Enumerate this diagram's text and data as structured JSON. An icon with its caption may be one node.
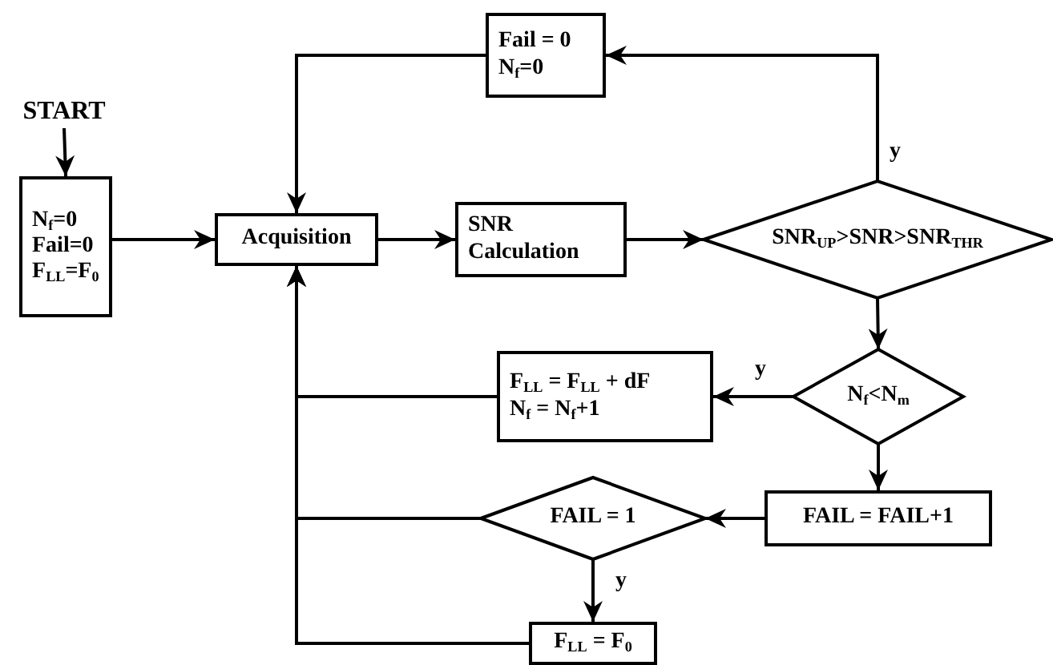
{
  "diagram": {
    "nodes": [
      {
        "text": [
          "START"
        ]
      },
      {
        "text": [
          "N$_{f}$=0",
          "Fail=0",
          "F$_{LL}$=F$_{0}$"
        ]
      },
      {
        "text": [
          "Acquisition"
        ]
      },
      {
        "text": [
          "SNR Calculation"
        ]
      },
      {
        "text": [
          "SNR$_{UP}$>SNR>SNR$_{THR}$"
        ]
      },
      {
        "text": [
          "Fail = 0",
          "N$_{f}$=0"
        ]
      },
      {
        "text": [
          "N$_{f}$<N$_{m}$"
        ]
      },
      {
        "text": [
          "F$_{LL}$ = F$_{LL}$ + dF",
          "N$_{f}$ = N$_{f}$+1"
        ]
      },
      {
        "text": [
          "FAIL = FAIL+1"
        ]
      },
      {
        "text": [
          "FAIL = 1"
        ]
      },
      {
        "text": [
          "F$_{LL}$ = F$_{0}$"
        ]
      }
    ],
    "edges": [
      {
        "from": 0,
        "to": 1,
        "arrow": "to"
      },
      {
        "from": 1,
        "to": 2,
        "arrow": "to"
      },
      {
        "from": 2,
        "to": 3,
        "arrow": "to"
      },
      {
        "from": 3,
        "to": 4,
        "arrow": "to"
      },
      {
        "from": 4,
        "to": 5,
        "arrow": "to",
        "label": "y"
      },
      {
        "from": 5,
        "to": 2,
        "arrow": "to"
      },
      {
        "from": 4,
        "to": 6,
        "arrow": "to"
      },
      {
        "from": 6,
        "to": 7,
        "arrow": "to",
        "label": "y"
      },
      {
        "from": 7,
        "to": 2,
        "arrow": "to"
      },
      {
        "from": 6,
        "to": 8,
        "arrow": "to"
      },
      {
        "from": 8,
        "to": 9,
        "arrow": "to"
      },
      {
        "from": 9,
        "to": 2,
        "arrow": "to"
      },
      {
        "from": 9,
        "to": 10,
        "arrow": "to",
        "label": "y"
      },
      {
        "from": 10,
        "to": 2,
        "arrow": "to"
      }
    ]
  }
}
